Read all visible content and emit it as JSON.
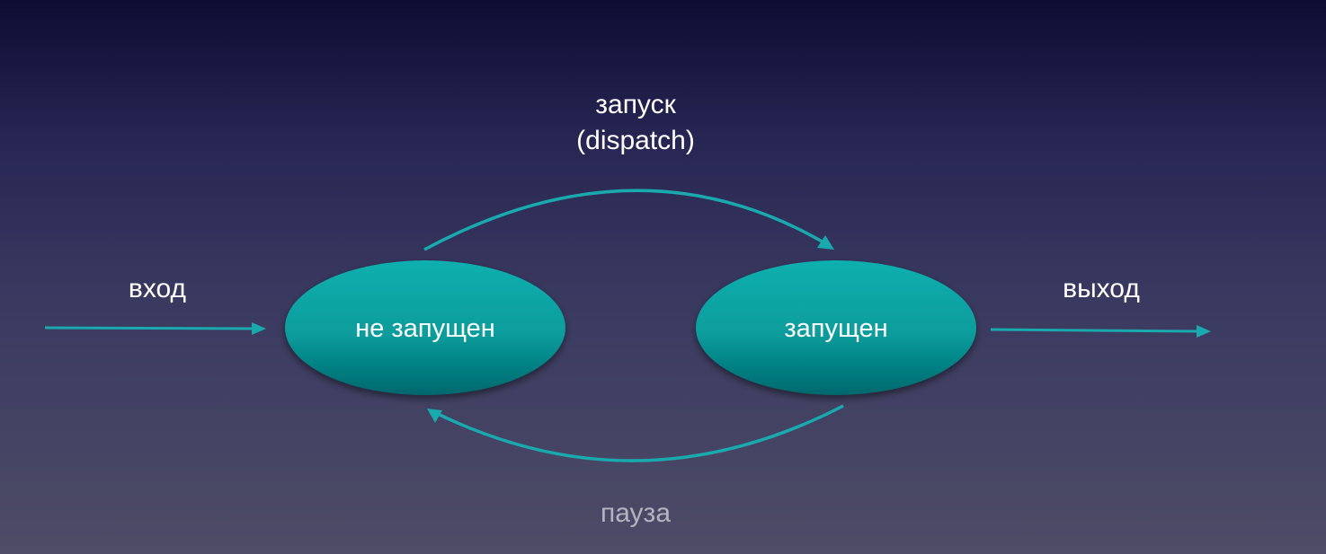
{
  "diagram": {
    "type": "state-transition",
    "colors": {
      "node_fill": "#079c9c",
      "arrow": "#1aa9ad",
      "text": "#ffffff",
      "muted_text": "#b4b3c2"
    },
    "nodes": [
      {
        "id": "not-running",
        "label": "не запущен"
      },
      {
        "id": "running",
        "label": "запущен"
      }
    ],
    "edges": [
      {
        "from": "entry",
        "to": "not-running",
        "label": "вход"
      },
      {
        "from": "not-running",
        "to": "running",
        "label_line1": "запуск",
        "label_line2": "(dispatch)"
      },
      {
        "from": "running",
        "to": "not-running",
        "label": "пауза"
      },
      {
        "from": "running",
        "to": "exit",
        "label": "выход"
      }
    ]
  }
}
